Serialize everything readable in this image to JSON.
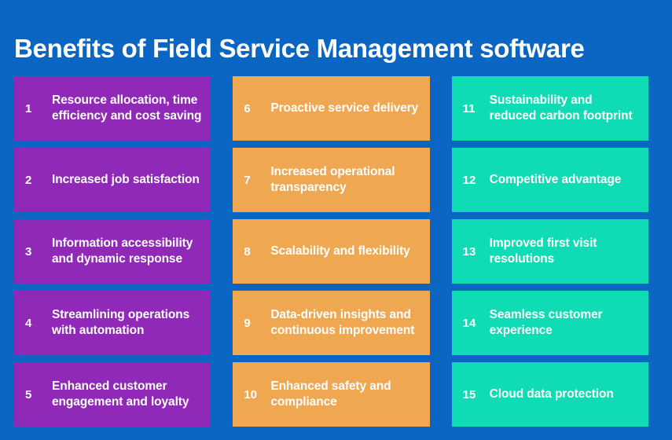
{
  "header": {
    "title": "Benefits of Field Service Management software"
  },
  "colors": {
    "background": "#0b66c3",
    "column_1": "#9129b8",
    "column_2": "#efa851",
    "column_3": "#0fdcb4",
    "text": "#ffffff"
  },
  "columns": [
    {
      "name": "column-purple",
      "color": "#9129b8",
      "items": [
        {
          "number": "1",
          "label": "Resource allocation, time efficiency and cost saving"
        },
        {
          "number": "2",
          "label": "Increased job satisfaction"
        },
        {
          "number": "3",
          "label": "Information accessibility and dynamic response"
        },
        {
          "number": "4",
          "label": "Streamlining operations with automation"
        },
        {
          "number": "5",
          "label": "Enhanced customer engagement and loyalty"
        }
      ]
    },
    {
      "name": "column-orange",
      "color": "#efa851",
      "items": [
        {
          "number": "6",
          "label": "Proactive service delivery"
        },
        {
          "number": "7",
          "label": "Increased operational transparency"
        },
        {
          "number": "8",
          "label": "Scalability and flexibility"
        },
        {
          "number": "9",
          "label": "Data-driven insights and continuous improvement"
        },
        {
          "number": "10",
          "label": "Enhanced safety and compliance"
        }
      ]
    },
    {
      "name": "column-teal",
      "color": "#0fdcb4",
      "items": [
        {
          "number": "11",
          "label": "Sustainability and reduced carbon footprint"
        },
        {
          "number": "12",
          "label": "Competitive advantage"
        },
        {
          "number": "13",
          "label": "Improved first visit resolutions"
        },
        {
          "number": "14",
          "label": "Seamless customer experience"
        },
        {
          "number": "15",
          "label": "Cloud data protection"
        }
      ]
    }
  ]
}
